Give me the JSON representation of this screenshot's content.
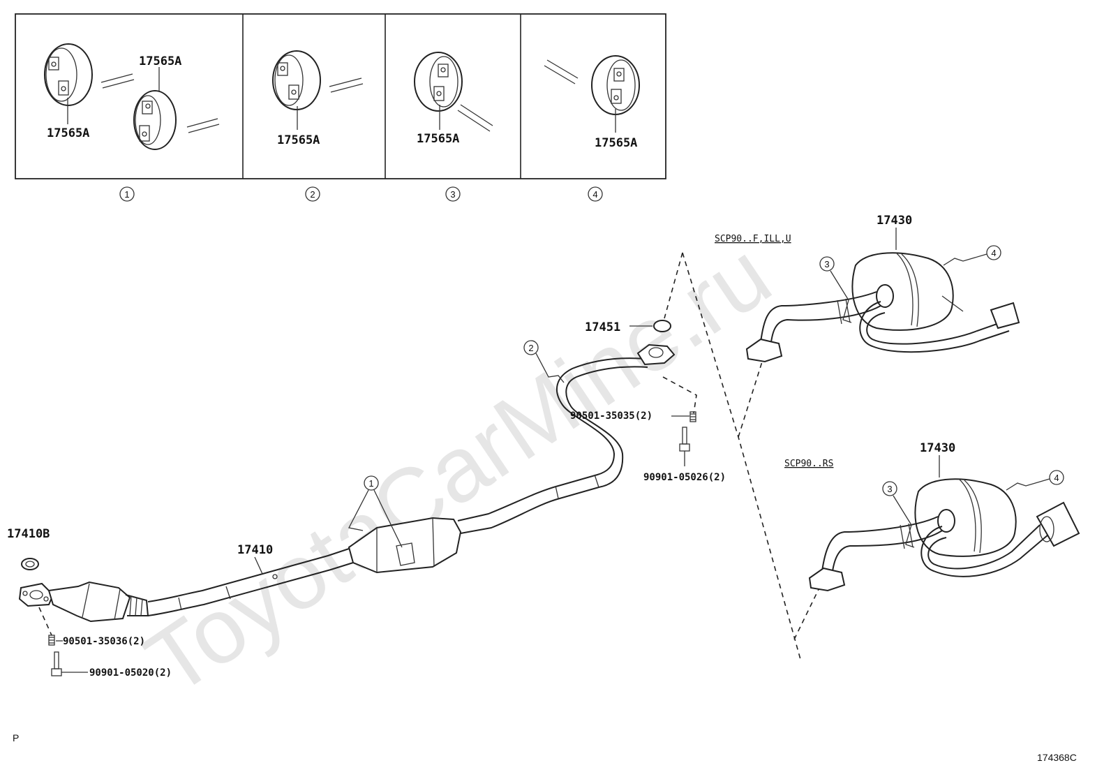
{
  "watermark": "ToyotaCarMine.ru",
  "hangers": {
    "panels": [
      {
        "index": "1",
        "labels": [
          "17565A",
          "17565A"
        ]
      },
      {
        "index": "2",
        "labels": [
          "17565A"
        ]
      },
      {
        "index": "3",
        "labels": [
          "17565A"
        ]
      },
      {
        "index": "4",
        "labels": [
          "17565A"
        ]
      }
    ]
  },
  "parts": {
    "front_gasket": "17410B",
    "front_pipe": "17410",
    "center_gasket": "17451",
    "tail_pipe_upper": "17430",
    "tail_pipe_lower": "17430",
    "stud_bolt_front": "90501-35036(2)",
    "nut_front": "90901-05020(2)",
    "stud_bolt_center": "90501-35035(2)",
    "nut_center": "90901-05026(2)"
  },
  "callouts": {
    "hanger_1": "1",
    "hanger_2": "2",
    "hanger_3_upper": "3",
    "hanger_4_upper": "4",
    "hanger_3_lower": "3",
    "hanger_4_lower": "4"
  },
  "variants": {
    "upper": "SCP90..F,ILL,U",
    "lower": "SCP90..RS"
  },
  "footer": {
    "left_mark": "P",
    "figure_code": "174368C"
  }
}
